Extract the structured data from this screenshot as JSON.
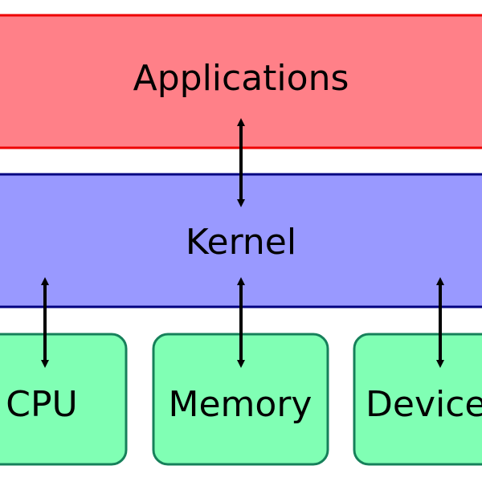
{
  "layers": {
    "applications": {
      "label": "Applications",
      "fill": "#ff8088",
      "stroke": "#ee0000"
    },
    "kernel": {
      "label": "Kernel",
      "fill": "#9999ff",
      "stroke": "#000080"
    }
  },
  "hardware": [
    {
      "label": "CPU",
      "fill": "#80ffb4",
      "stroke": "#16805a"
    },
    {
      "label": "Memory",
      "fill": "#80ffb4",
      "stroke": "#16805a"
    },
    {
      "label": "Devices",
      "fill": "#80ffb4",
      "stroke": "#16805a"
    }
  ],
  "arrow_color": "#000000"
}
